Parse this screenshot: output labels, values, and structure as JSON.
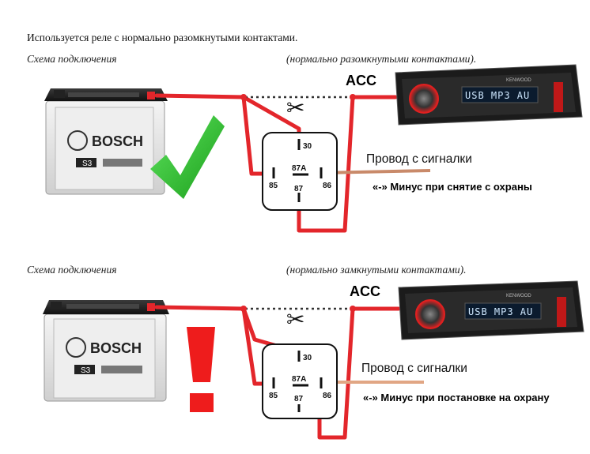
{
  "top_title": "Используется реле с нормально разомкнутыми контактами.",
  "diagram1": {
    "caption_left": "Схема подключения",
    "caption_right": "(нормально разомкнутыми контактами).",
    "acc_label": "ACC",
    "signal_label": "Провод с сигналки",
    "minus_label": "«-» Минус при снятие с охраны",
    "pins": {
      "p30": "30",
      "p87a": "87A",
      "p85": "85",
      "p86": "86",
      "p87": "87"
    },
    "battery_brand": "BOSCH",
    "battery_model": "S3",
    "status_icon": "green-checkmark-icon"
  },
  "diagram2": {
    "caption_left": "Схема подключения",
    "caption_right": "(нормально замкнутыми контактами).",
    "acc_label": "ACC",
    "signal_label": "Провод с сигналки",
    "minus_label": "«-» Минус при постановке на охрану",
    "pins": {
      "p30": "30",
      "p87a": "87A",
      "p85": "85",
      "p86": "86",
      "p87": "87"
    },
    "battery_brand": "BOSCH",
    "battery_model": "S3",
    "status_icon": "red-exclamation-icon"
  },
  "radio_brand": "KENWOOD",
  "radio_display": "USB MP3 AU",
  "colors": {
    "wire": "#e3262b",
    "signal_wire": "#c98a6a",
    "check": "#2dc52d",
    "alert": "#ee1c1c"
  }
}
